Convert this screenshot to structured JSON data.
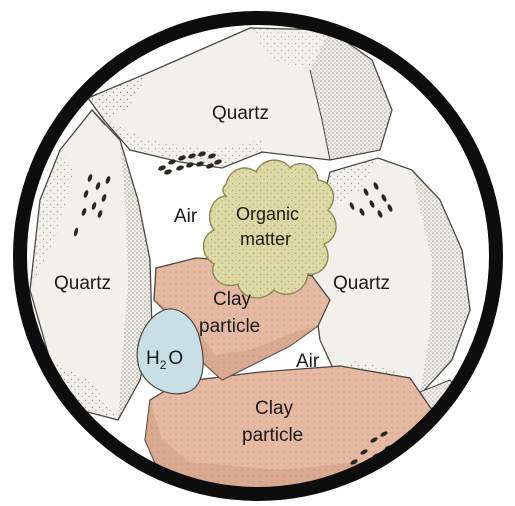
{
  "labels": {
    "quartz_top": "Quartz",
    "quartz_left": "Quartz",
    "quartz_right": "Quartz",
    "air_upper": "Air",
    "air_lower": "Air",
    "organic_line1": "Organic",
    "organic_line2": "matter",
    "clay_upper_line1": "Clay",
    "clay_upper_line2": "particle",
    "clay_lower_line1": "Clay",
    "clay_lower_line2": "particle",
    "water_h": "H",
    "water_sub": "2",
    "water_o": "O"
  },
  "colors": {
    "frame": "#0d0d0d",
    "background": "#ffffff",
    "quartz_fill": "#f1f0ea",
    "quartz_shadow": "#d8d6cf",
    "stipple": "#6f6a62",
    "clay_fill": "#e6b9a3",
    "clay_shadow": "#cf9c85",
    "organic_fill": "#dcd9a4",
    "organic_stroke": "#8f8a55",
    "water_fill": "#c9dfe6",
    "outline": "#4a4640",
    "seeds": "#2a2622"
  }
}
